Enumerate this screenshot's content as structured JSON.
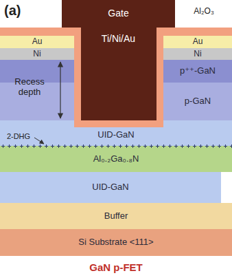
{
  "diagram": {
    "caption": "GaN p-FET",
    "nodes": [
      {
        "text": [
          "Gate",
          "Ti/Ni/Au"
        ]
      },
      {
        "text": [
          "Au"
        ]
      },
      {
        "text": [
          "Au"
        ]
      },
      {
        "text": [
          "Ni"
        ]
      },
      {
        "text": [
          "Ni"
        ]
      },
      {
        "text": [
          "p⁺⁺-GaN"
        ]
      },
      {
        "text": [
          "p-GaN"
        ]
      },
      {
        "text": [
          "UID-GaN"
        ]
      },
      {
        "text": [
          "Al₀.₂Ga₀.₈N"
        ]
      },
      {
        "text": [
          "UID-GaN"
        ]
      },
      {
        "text": [
          "Buffer"
        ]
      },
      {
        "text": [
          "Si Substrate <111>"
        ]
      }
    ],
    "labels": [
      "(a)",
      "Al₂O₃",
      "Recess depth",
      "2-DHG"
    ]
  }
}
